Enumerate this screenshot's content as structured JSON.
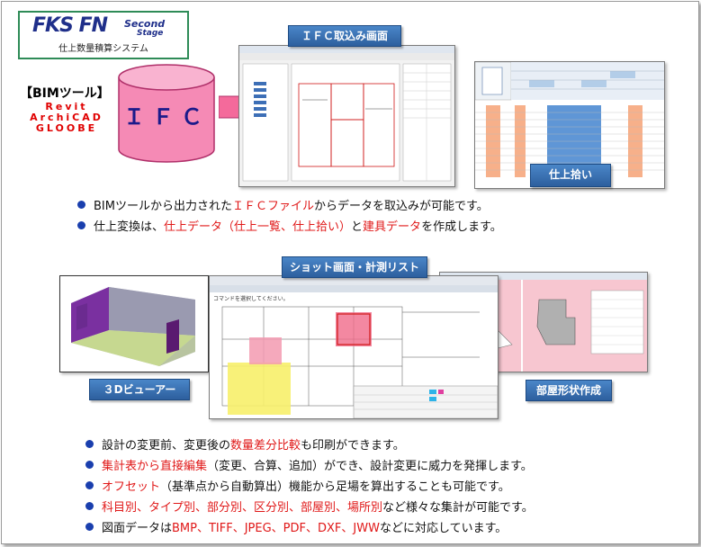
{
  "logo": {
    "main": "FKS FN",
    "sub1": "Second",
    "sub2": "Stage",
    "caption": "仕上数量積算システム"
  },
  "bim": {
    "title": "【BIMツール】",
    "software": [
      "Revit",
      "ArchiCAD",
      "GLOOBE"
    ]
  },
  "ifc": {
    "label": "ＩＦＣ"
  },
  "labels": {
    "ifc_import": "ＩＦＣ取込み画面",
    "finish_pick": "仕上拾い",
    "shot_list": "ショット画面・計測リスト",
    "viewer3d": "３Dビューアー",
    "room_shape": "部屋形状作成"
  },
  "bullets_top": [
    {
      "parts": [
        [
          "BIMツールから出力された",
          false
        ],
        [
          "ＩＦＣファイル",
          true
        ],
        [
          "からデータを取込みが可能です。",
          false
        ]
      ]
    },
    {
      "parts": [
        [
          "仕上変換は、",
          false
        ],
        [
          "仕上データ（仕上一覧、仕上拾い）",
          true
        ],
        [
          "と",
          false
        ],
        [
          "建具データ",
          true
        ],
        [
          "を作成します。",
          false
        ]
      ]
    }
  ],
  "bullets_bottom": [
    {
      "parts": [
        [
          "設計の変更前、変更後の",
          false
        ],
        [
          "数量差分比較",
          true
        ],
        [
          "も印刷ができます。",
          false
        ]
      ]
    },
    {
      "parts": [
        [
          "集計表から直接編集",
          true
        ],
        [
          "（変更、合算、追加）ができ、設計変更に威力を発揮します。",
          false
        ]
      ]
    },
    {
      "parts": [
        [
          "オフセット",
          true
        ],
        [
          "（基準点から自動算出）機能から足場を算出することも可能です。",
          false
        ]
      ]
    },
    {
      "parts": [
        [
          "科目別、タイプ別、部分別、区分別、部屋別、場所別",
          true
        ],
        [
          "など様々な集計が可能です。",
          false
        ]
      ]
    },
    {
      "parts": [
        [
          "図面データは",
          false
        ],
        [
          "BMP、TIFF、JPEG、PDF、DXF、JWW",
          true
        ],
        [
          "などに対応しています。",
          false
        ]
      ]
    }
  ],
  "screens": {
    "shot_prompt": "コマンドを選択してください。"
  },
  "colors": {
    "accent_red": "#e01818",
    "label_blue": "#2d5f9e",
    "cylinder_pink": "#f58ab5",
    "bullet_blue": "#1a3fae"
  }
}
